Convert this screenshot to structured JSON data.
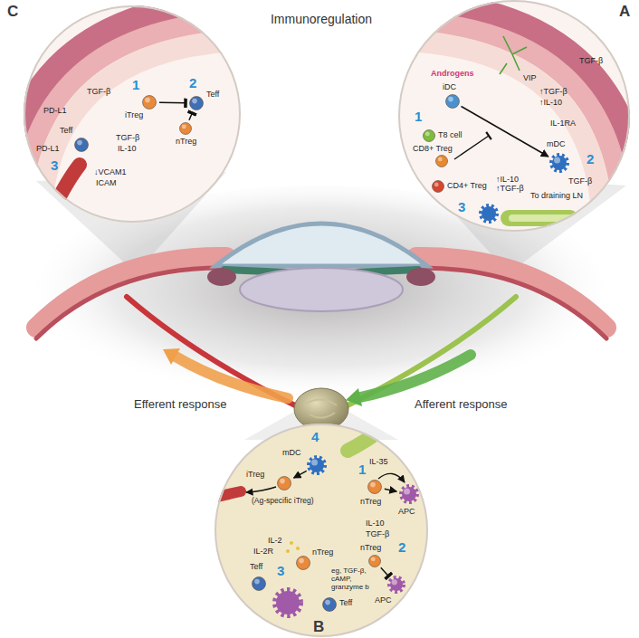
{
  "diagram": {
    "title": "Immunoregulation",
    "nodes": [
      {
        "text": [
          "C"
        ]
      },
      {
        "text": [
          "A"
        ]
      },
      {
        "text": [
          "B"
        ]
      },
      {
        "text": [
          "iTreg"
        ],
        "in": 0
      },
      {
        "text": [
          "Teff"
        ],
        "in": 0
      },
      {
        "text": [
          "nTreg"
        ],
        "in": 0
      },
      {
        "text": [
          "Teff"
        ],
        "in": 0
      },
      {
        "text": [
          "iDC"
        ],
        "in": 1
      },
      {
        "text": [
          "T8 cell"
        ],
        "in": 1
      },
      {
        "text": [
          "CD8+ Treg"
        ],
        "in": 1
      },
      {
        "text": [
          "CD4+ Treg"
        ],
        "in": 1
      },
      {
        "text": [
          "mDC"
        ],
        "in": 1
      },
      {
        "text": [
          "mDC"
        ],
        "in": 2
      },
      {
        "text": [
          "iTreg",
          "(Ag-specific iTreg)"
        ],
        "in": 2
      },
      {
        "text": [
          "nTreg"
        ],
        "in": 2
      },
      {
        "text": [
          "APC"
        ],
        "in": 2
      },
      {
        "text": [
          "nTreg"
        ],
        "in": 2
      },
      {
        "text": [
          "Teff"
        ],
        "in": 2
      },
      {
        "text": [
          "nTreg"
        ],
        "in": 2
      },
      {
        "text": [
          "APC"
        ],
        "in": 2
      },
      {
        "text": [
          "Teff"
        ],
        "in": 2
      }
    ],
    "edges": [
      {
        "from": 7,
        "to": 11,
        "arrow": "to"
      },
      {
        "from": 3,
        "to": 4,
        "arrow": "to"
      },
      {
        "from": 5,
        "to": 4,
        "arrow": "to"
      },
      {
        "from": 12,
        "to": 13,
        "arrow": "to"
      },
      {
        "from": 14,
        "to": 15,
        "arrow": "to"
      },
      {
        "from": 18,
        "to": 19,
        "arrow": "to"
      }
    ],
    "labels": [
      "TGF-β",
      "PD-L1",
      "1",
      "2",
      "TGF-β",
      "IL-10",
      "PD-L1",
      "3",
      "↓VCAM1",
      "ICAM",
      "Androgens",
      "VIP",
      "↑TGF-β",
      "↑IL-10",
      "TGF-β",
      "IL-1RA",
      "1",
      "↑IL-10 ↑TGF-β",
      "2",
      "TGF-β",
      "3",
      "To draining LN",
      "Efferent response",
      "Afferent response",
      "4",
      "IL-35",
      "1",
      "IL-10",
      "TGF-β",
      "IL-2",
      "IL-2R",
      "3",
      "eg, TGF-β, cAMP, granzyme b",
      "2"
    ]
  }
}
